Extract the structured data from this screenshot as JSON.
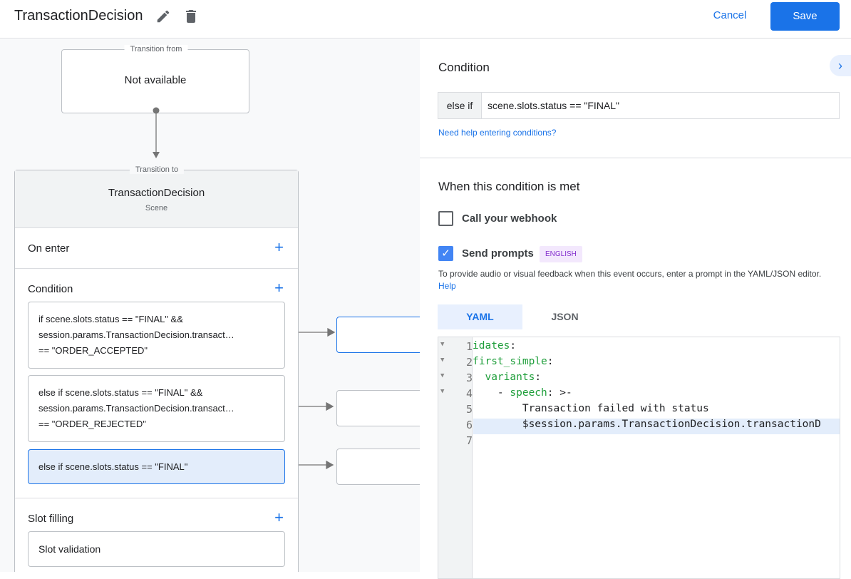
{
  "header": {
    "title": "TransactionDecision",
    "edit_icon": "pencil-icon",
    "delete_icon": "trash-icon",
    "cancel_label": "Cancel",
    "save_label": "Save"
  },
  "canvas": {
    "transition_from": {
      "legend": "Transition from",
      "value": "Not available"
    },
    "transition_to": {
      "legend": "Transition to",
      "scene_name": "TransactionDecision",
      "scene_type": "Scene"
    },
    "on_enter": "On enter",
    "condition": "Condition",
    "conditions": [
      {
        "lines": [
          "if scene.slots.status == \"FINAL\" &&",
          "session.params.TransactionDecision.transact…",
          "== \"ORDER_ACCEPTED\""
        ]
      },
      {
        "lines": [
          "else if scene.slots.status == \"FINAL\" &&",
          "session.params.TransactionDecision.transact…",
          "== \"ORDER_REJECTED\""
        ]
      },
      {
        "lines": [
          "else if scene.slots.status == \"FINAL\""
        ]
      }
    ],
    "slot_filling": "Slot filling",
    "slot_validation": "Slot validation"
  },
  "panel": {
    "condition_title": "Condition",
    "condition_prefix": "else if",
    "condition_value": "scene.slots.status == \"FINAL\"",
    "help_link": "Need help entering conditions?",
    "when_met_title": "When this condition is met",
    "webhook_label": "Call your webhook",
    "webhook_checked": false,
    "prompts_label": "Send prompts",
    "prompts_checked": true,
    "language_badge": "ENGLISH",
    "prompt_desc": "To provide audio or visual feedback when this event occurs, enter a prompt in the YAML/JSON editor.",
    "prompt_help": "Help",
    "tabs": [
      {
        "label": "YAML",
        "active": true
      },
      {
        "label": "JSON",
        "active": false
      }
    ],
    "code_lines": [
      {
        "n": "1",
        "key": "idates",
        "rest": ":",
        "indent": "",
        "fold": true
      },
      {
        "n": "2",
        "key": "first_simple",
        "rest": ":",
        "indent": "",
        "fold": true
      },
      {
        "n": "3",
        "key": "variants",
        "rest": ":",
        "indent": "  ",
        "fold": true
      },
      {
        "n": "4",
        "key": "speech",
        "rest": ": >-",
        "indent": "    - ",
        "fold": true
      },
      {
        "n": "5",
        "key": "",
        "rest": "Transaction failed with status",
        "indent": "        ",
        "fold": false
      },
      {
        "n": "6",
        "key": "",
        "rest": "$session.params.TransactionDecision.transactionD",
        "indent": "        ",
        "fold": false
      },
      {
        "n": "7",
        "key": "",
        "rest": "",
        "indent": "",
        "fold": false
      }
    ]
  },
  "colors": {
    "accent": "#1a73e8",
    "selected": "#e3edfb",
    "yaml_key": "#1e9e3a"
  }
}
